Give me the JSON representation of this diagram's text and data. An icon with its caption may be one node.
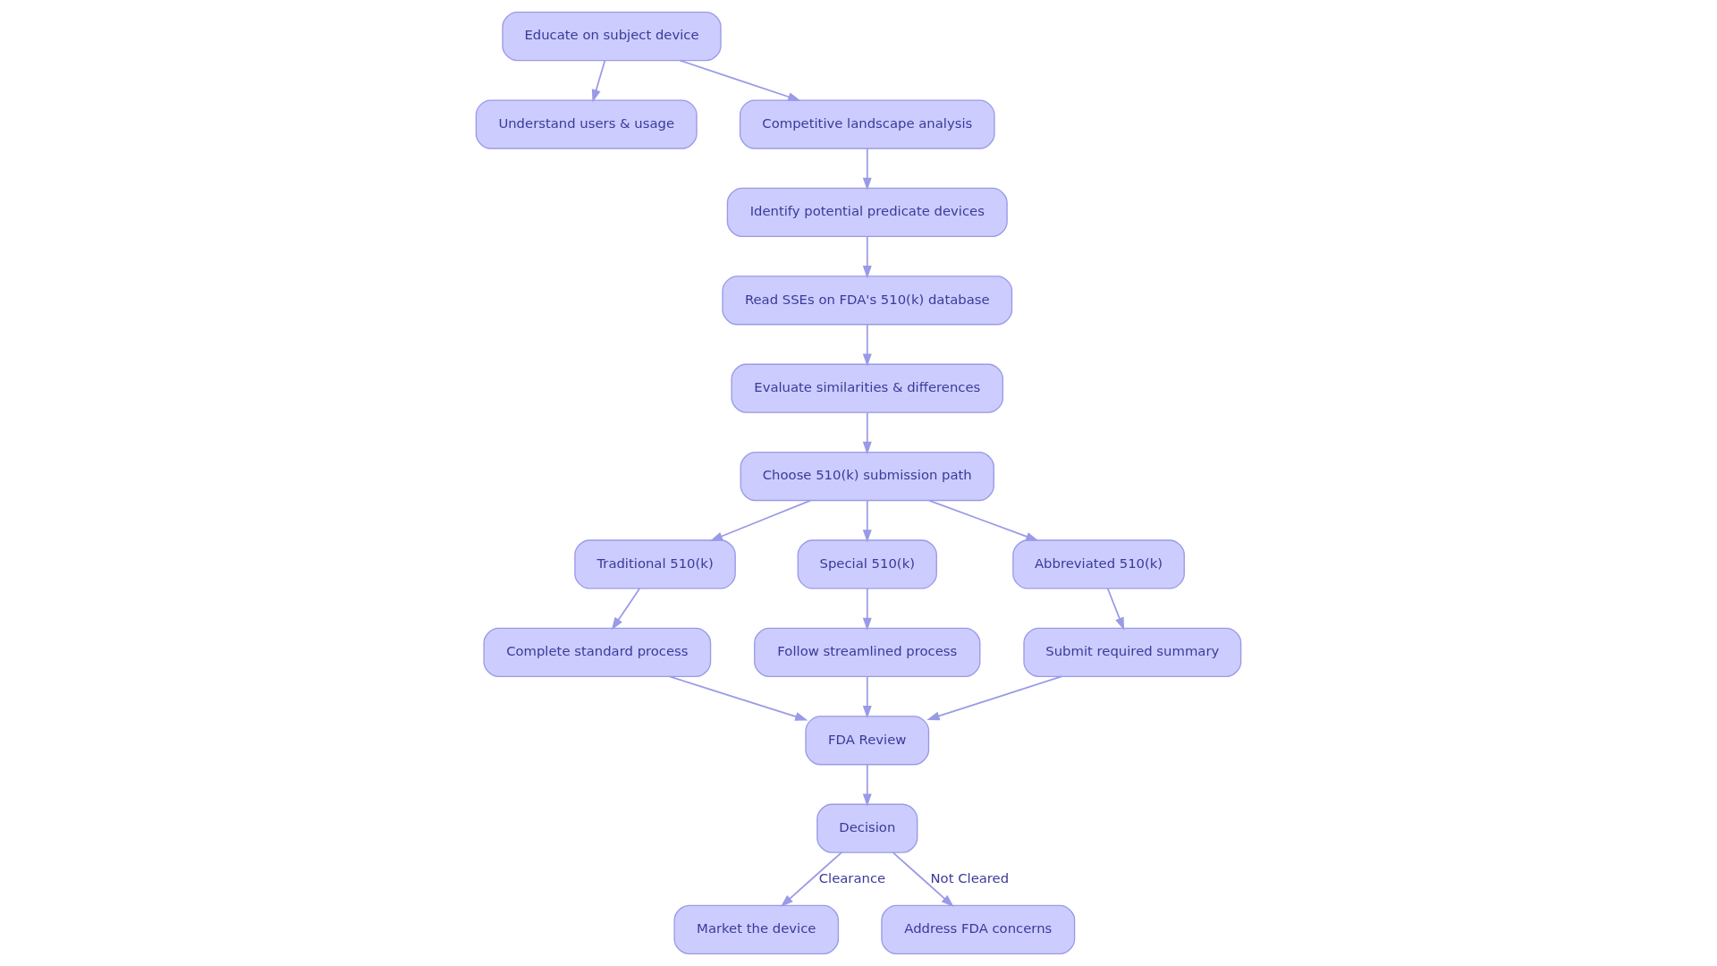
{
  "diagram": {
    "nodes": [
      {
        "text": [
          "Educate on subject device"
        ]
      },
      {
        "text": [
          "Understand users & usage"
        ]
      },
      {
        "text": [
          "Competitive landscape analysis"
        ]
      },
      {
        "text": [
          "Identify potential predicate devices"
        ]
      },
      {
        "text": [
          "Read SSEs on FDA's 510(k) database"
        ]
      },
      {
        "text": [
          "Evaluate similarities & differences"
        ]
      },
      {
        "text": [
          "Choose 510(k) submission path"
        ]
      },
      {
        "text": [
          "Traditional 510(k)"
        ]
      },
      {
        "text": [
          "Special 510(k)"
        ]
      },
      {
        "text": [
          "Abbreviated 510(k)"
        ]
      },
      {
        "text": [
          "Complete standard process"
        ]
      },
      {
        "text": [
          "Follow streamlined process"
        ]
      },
      {
        "text": [
          "Submit required summary"
        ]
      },
      {
        "text": [
          "FDA Review"
        ]
      },
      {
        "text": [
          "Decision"
        ]
      },
      {
        "text": [
          "Market the device"
        ]
      },
      {
        "text": [
          "Address FDA concerns"
        ]
      }
    ],
    "edges": [
      {
        "from": 0,
        "to": 1,
        "arrow": "to"
      },
      {
        "from": 0,
        "to": 2,
        "arrow": "to"
      },
      {
        "from": 2,
        "to": 3,
        "arrow": "to"
      },
      {
        "from": 3,
        "to": 4,
        "arrow": "to"
      },
      {
        "from": 4,
        "to": 5,
        "arrow": "to"
      },
      {
        "from": 5,
        "to": 6,
        "arrow": "to"
      },
      {
        "from": 6,
        "to": 7,
        "arrow": "to"
      },
      {
        "from": 6,
        "to": 8,
        "arrow": "to"
      },
      {
        "from": 6,
        "to": 9,
        "arrow": "to"
      },
      {
        "from": 7,
        "to": 10,
        "arrow": "to"
      },
      {
        "from": 8,
        "to": 11,
        "arrow": "to"
      },
      {
        "from": 9,
        "to": 12,
        "arrow": "to"
      },
      {
        "from": 10,
        "to": 13,
        "arrow": "to"
      },
      {
        "from": 11,
        "to": 13,
        "arrow": "to"
      },
      {
        "from": 12,
        "to": 13,
        "arrow": "to"
      },
      {
        "from": 13,
        "to": 14,
        "arrow": "to"
      },
      {
        "from": 14,
        "to": 15,
        "label": "Clearance",
        "arrow": "to"
      },
      {
        "from": 14,
        "to": 16,
        "label": "Not Cleared",
        "arrow": "to"
      }
    ]
  }
}
